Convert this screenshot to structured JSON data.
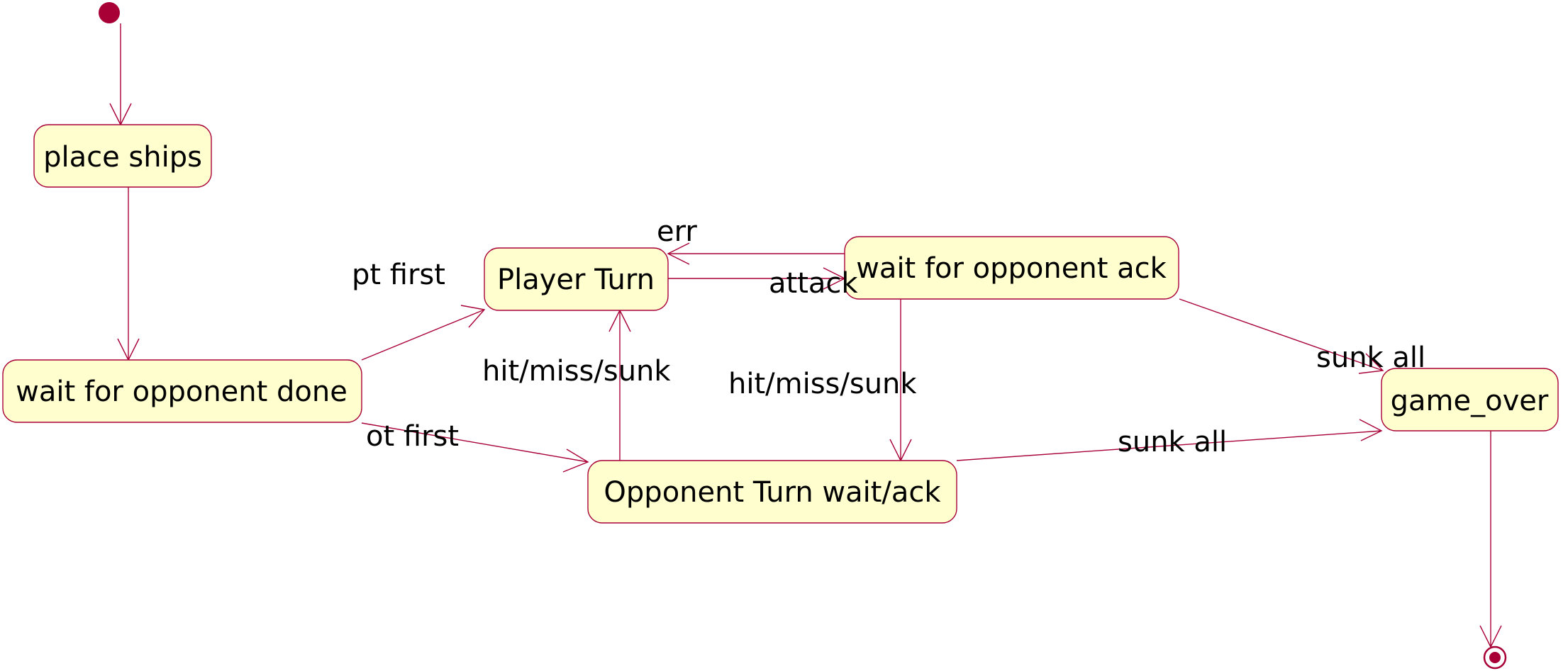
{
  "diagram": {
    "colors": {
      "state_fill": "#FEFECE",
      "state_border": "#A80036",
      "edge": "#A80036",
      "initial_marker": "#A80036",
      "text": "#000000"
    },
    "states": {
      "place_ships": "place ships",
      "wait_for_opponent_done": "wait for opponent done",
      "player_turn": "Player Turn",
      "wait_for_opponent_ack": "wait for opponent ack",
      "opponent_turn": "Opponent Turn wait/ack",
      "game_over": "game_over"
    },
    "transitions": [
      {
        "from": "initial",
        "to": "place ships",
        "label": ""
      },
      {
        "from": "place ships",
        "to": "wait for opponent done",
        "label": ""
      },
      {
        "from": "wait for opponent done",
        "to": "Player Turn",
        "label": "pt first"
      },
      {
        "from": "wait for opponent done",
        "to": "Opponent Turn wait/ack",
        "label": "ot first"
      },
      {
        "from": "Player Turn",
        "to": "wait for opponent ack",
        "label": "attack"
      },
      {
        "from": "wait for opponent ack",
        "to": "Player Turn",
        "label": "err"
      },
      {
        "from": "wait for opponent ack",
        "to": "Opponent Turn wait/ack",
        "label": "hit/miss/sunk"
      },
      {
        "from": "Opponent Turn wait/ack",
        "to": "Player Turn",
        "label": "hit/miss/sunk"
      },
      {
        "from": "wait for opponent ack",
        "to": "game_over",
        "label": "sunk all"
      },
      {
        "from": "Opponent Turn wait/ack",
        "to": "game_over",
        "label": "sunk all"
      },
      {
        "from": "game_over",
        "to": "final",
        "label": ""
      }
    ]
  }
}
